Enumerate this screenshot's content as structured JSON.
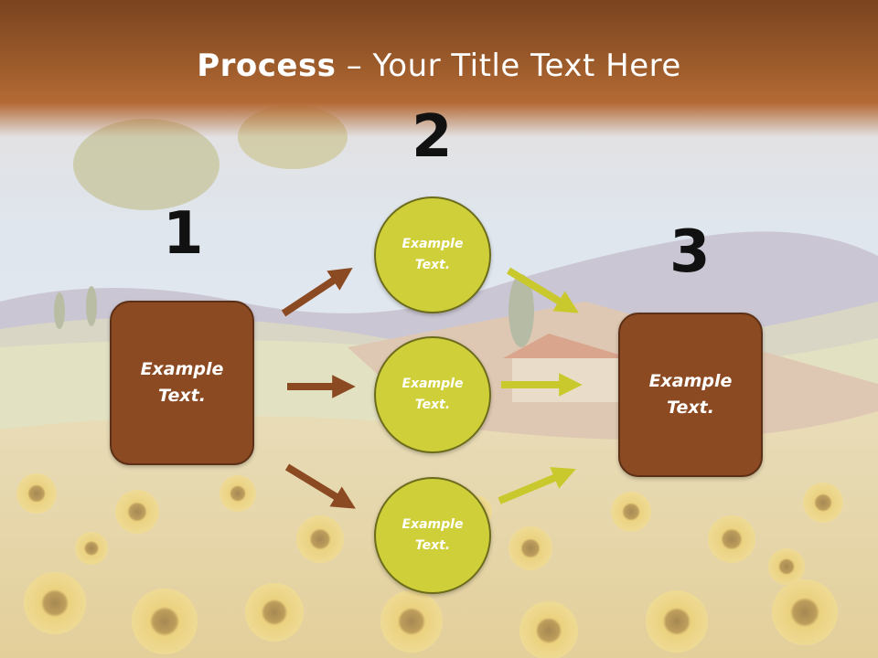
{
  "slide": {
    "title_bold": "Process",
    "title_rest": " – Your Title Text Here"
  },
  "steps": {
    "num1": "1",
    "num2": "2",
    "num3": "3"
  },
  "left_box": {
    "text": "Example\nText."
  },
  "right_box": {
    "text": "Example\nText."
  },
  "circles": [
    {
      "text": "Example\nText."
    },
    {
      "text": "Example\nText."
    },
    {
      "text": "Example\nText."
    }
  ],
  "colors": {
    "box_fill": "#8b4a22",
    "circle_fill": "#cfcf3a",
    "arrow_brown": "#8b4a22",
    "arrow_yellow": "#c9c92e",
    "title_band": "#9b5a2a"
  }
}
